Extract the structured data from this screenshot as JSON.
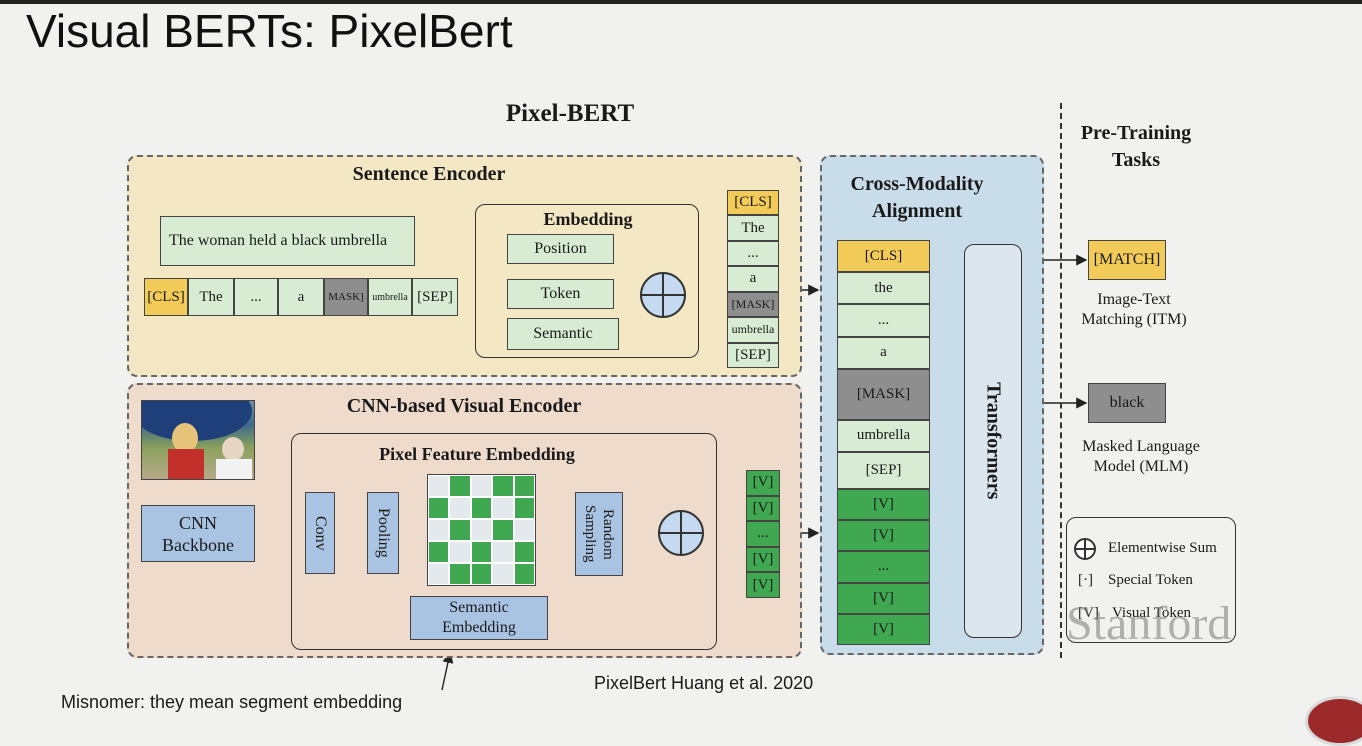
{
  "slide": {
    "title": "Visual BERTs: PixelBert",
    "citation": "PixelBert Huang et al. 2020",
    "note": "Misnomer: they mean segment embedding",
    "watermark": "Stanford"
  },
  "figure": {
    "title": "Pixel-BERT",
    "sentence_encoder": {
      "title": "Sentence Encoder",
      "sentence": "The woman held a black umbrella",
      "tokens": [
        "[CLS]",
        "The",
        "...",
        "a",
        "MASK]",
        "umbrella",
        "[SEP]"
      ],
      "embedding": {
        "title": "Embedding",
        "items": [
          "Position",
          "Token",
          "Semantic"
        ]
      },
      "output_tokens": [
        "[CLS]",
        "The",
        "...",
        "a",
        "[MASK]",
        "umbrella",
        "[SEP]"
      ]
    },
    "visual_encoder": {
      "title": "CNN-based Visual Encoder",
      "backbone": "CNN Backbone",
      "pixel_feature": {
        "title": "Pixel Feature Embedding",
        "conv": "Conv",
        "pooling": "Pooling",
        "random_sampling": "Random Sampling",
        "semantic_embedding": "Semantic Embedding"
      },
      "output_tokens": [
        "[V]",
        "[V]",
        "...",
        "[V]",
        "[V]"
      ],
      "grid_pattern": [
        0,
        1,
        0,
        1,
        1,
        1,
        0,
        1,
        0,
        1,
        0,
        1,
        0,
        1,
        0,
        1,
        0,
        1,
        0,
        1,
        0,
        1,
        1,
        0,
        1
      ]
    },
    "cross_modality": {
      "title": "Cross-Modality Alignment",
      "tokens": [
        "[CLS]",
        "the",
        "...",
        "a",
        "[MASK]",
        "umbrella",
        "[SEP]",
        "[V]",
        "[V]",
        "...",
        "[V]",
        "[V]"
      ],
      "transformers": "Transformers"
    },
    "pretraining": {
      "title": "Pre-Training Tasks",
      "itm_output": "[MATCH]",
      "itm_label": "Image-Text Matching (ITM)",
      "mlm_output": "black",
      "mlm_label": "Masked Language Model (MLM)"
    },
    "legend": {
      "sum": "Elementwise Sum",
      "special": "Special Token",
      "special_symbol": "[·]",
      "visual": "Visual Token",
      "visual_symbol": "[V]"
    },
    "colors": {
      "special_token": "#f2cb58",
      "text_token": "#d8ecd4",
      "visual_token": "#3fa851",
      "mask_token": "#8e8e8e",
      "module": "#a9c4e2"
    }
  }
}
